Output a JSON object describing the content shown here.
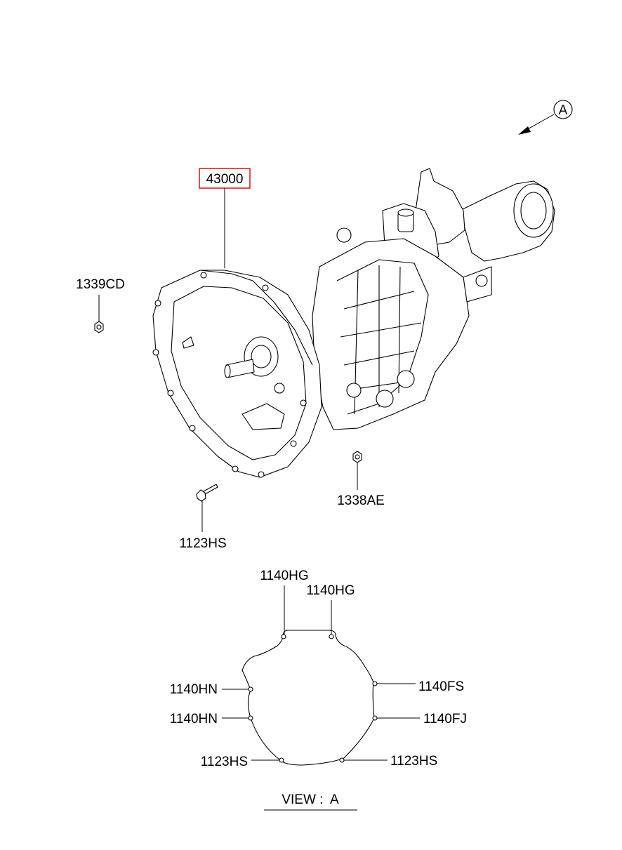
{
  "view_marker": {
    "letter": "A"
  },
  "callouts": {
    "main_assembly": "43000",
    "nut_left": "1339CD",
    "nut_bottom": "1338AE",
    "bolt_bottom": "1123HS"
  },
  "view_a": {
    "title": "VIEW :  A",
    "labels": {
      "top_left": "1140HG",
      "top_right": "1140HG",
      "left_upper": "1140HN",
      "left_lower": "1140HN",
      "right_upper": "1140FS",
      "right_lower": "1140FJ",
      "bottom_left": "1123HS",
      "bottom_right": "1123HS"
    }
  },
  "colors": {
    "highlight": "#e0201e",
    "line": "#000000",
    "background": "#ffffff"
  }
}
